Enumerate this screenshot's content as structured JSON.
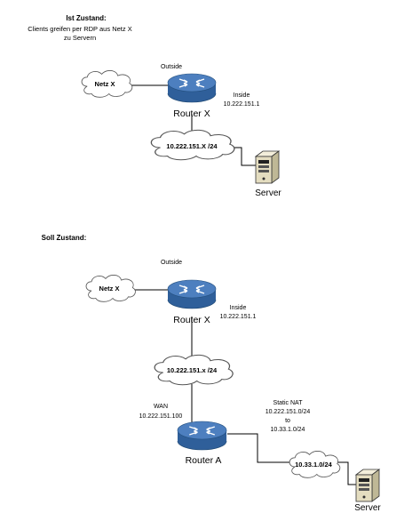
{
  "ist": {
    "heading": "Ist Zustand:",
    "subtitle_line1": "Clients greifen per RDP aus Netz X",
    "subtitle_line2": "zu Servern",
    "outside_label": "Outside",
    "netz_cloud": "Netz X",
    "router_label": "Router X",
    "inside_label": "Inside",
    "inside_ip": "10.222.151.1",
    "lan_cloud": "10.222.151.X /24",
    "server_label": "Server"
  },
  "soll": {
    "heading": "Soll Zustand:",
    "outside_label": "Outside",
    "netz_cloud": "Netz X",
    "router_x_label": "Router X",
    "inside_label": "Inside",
    "inside_ip": "10.222.151.1",
    "transfer_cloud": "10.222.151.x /24",
    "wan_label": "WAN",
    "wan_ip": "10.222.151.100",
    "router_a_label": "Router A",
    "nat_title": "Static NAT",
    "nat_from": "10.222.151.0/24",
    "nat_to_word": "to",
    "nat_to": "10.33.1.0/24",
    "server_cloud": "10.33.1.0/24",
    "server_label": "Server"
  },
  "colors": {
    "router_top": "#4d7fbf",
    "router_side": "#2f5f9a",
    "cloud_fill": "#ffffff",
    "cloud_stroke": "#555555",
    "line": "#000000",
    "server_body": "#e4ddc0"
  }
}
